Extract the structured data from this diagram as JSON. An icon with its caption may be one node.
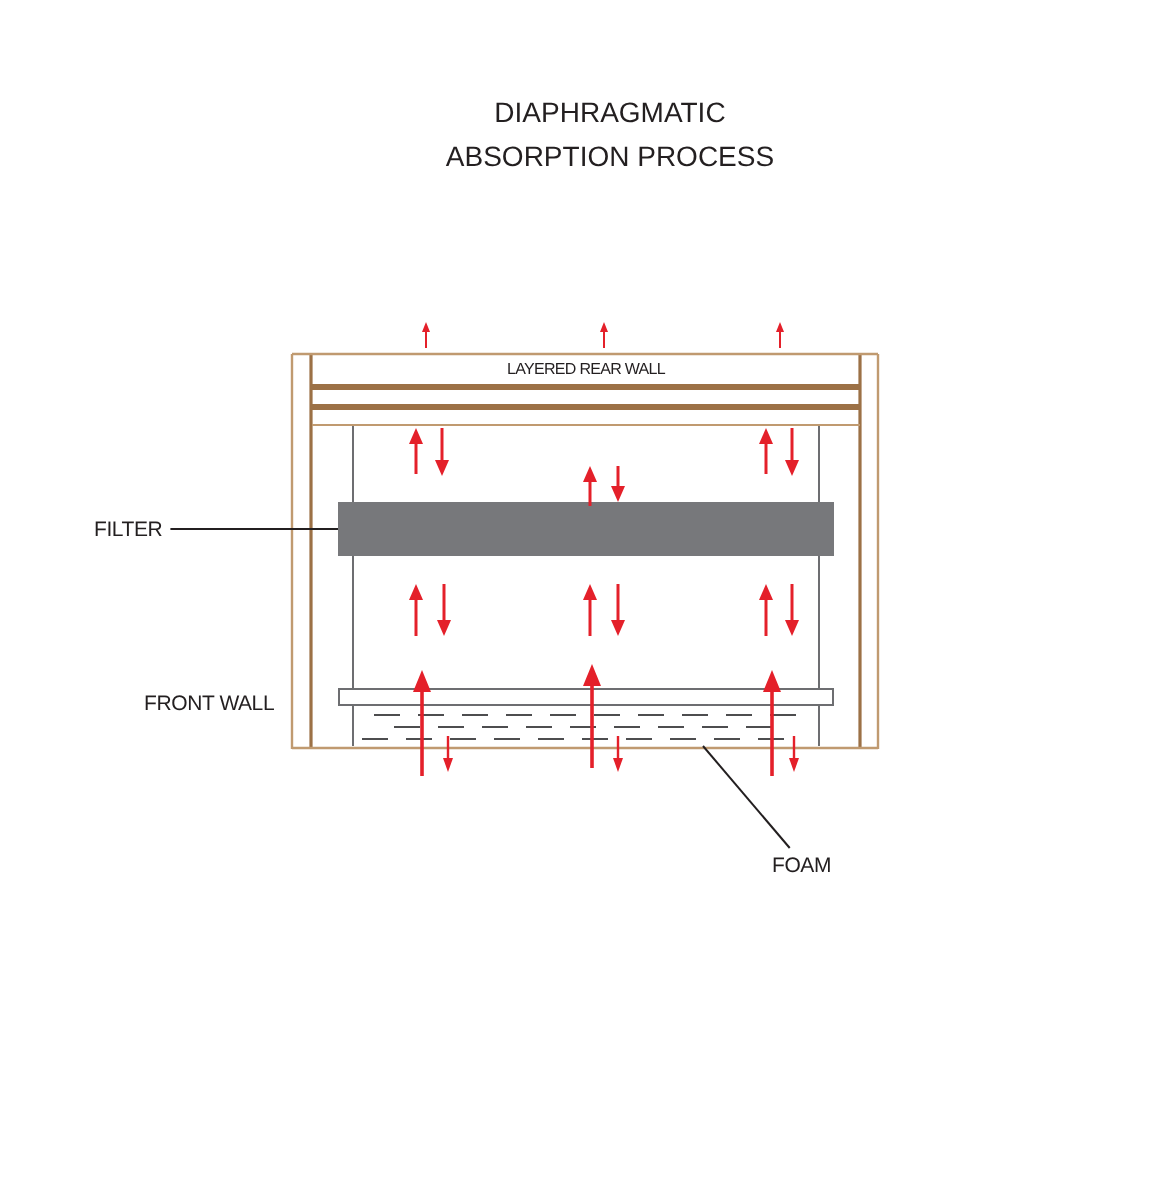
{
  "diagram": {
    "title": "DIAPHRAGMATIC ABSORPTION PROCESS",
    "nodes": [
      {
        "text": [
          "LAYERED REAR WALL"
        ]
      },
      {
        "text": [
          "FILTER"
        ]
      },
      {
        "text": [],
        "shape": "bar"
      },
      {
        "text": [],
        "shape": "box"
      },
      {
        "text": [
          "FOAM"
        ]
      }
    ],
    "edges": [
      {
        "from": 1,
        "to": 2,
        "arrow": "none"
      },
      {
        "from": 4,
        "to": 3,
        "arrow": "none"
      }
    ],
    "labels": [
      "FRONT WALL"
    ]
  }
}
